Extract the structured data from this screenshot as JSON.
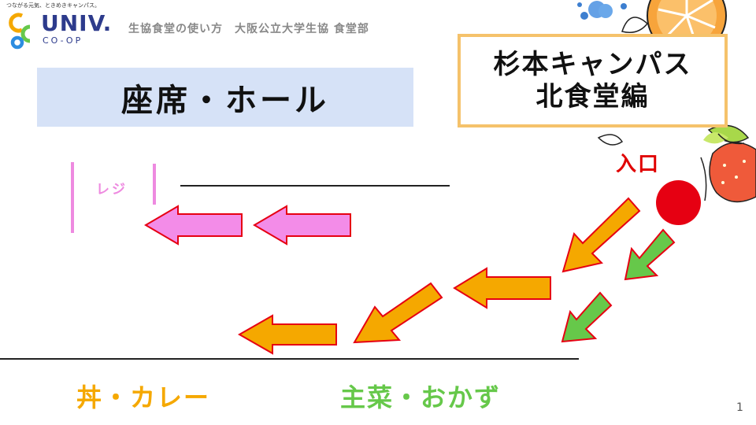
{
  "logo": {
    "tagline": "つながる元気、ときめきキャンパス。",
    "brand": "UNIV.",
    "sub": "CO-OP"
  },
  "header": {
    "text": "生協食堂の使い方　大阪公立大学生協 食堂部"
  },
  "title": {
    "text": "座席・ホール"
  },
  "campus": {
    "line1": "杉本キャンパス",
    "line2": "北食堂編"
  },
  "entrance": {
    "label": "入口"
  },
  "register": {
    "label": "レジ"
  },
  "counters": {
    "don_curry": "丼・カレー",
    "main_side": "主菜・おかず"
  },
  "page": {
    "number": "1"
  },
  "colors": {
    "title_bg": "#d6e2f7",
    "campus_border": "#f5c26b",
    "entrance_red": "#e60012",
    "register_pink": "#ee8ae0",
    "arrow_orange": "#f5a800",
    "arrow_green": "#66c84a",
    "arrow_outline": "#e60012"
  }
}
